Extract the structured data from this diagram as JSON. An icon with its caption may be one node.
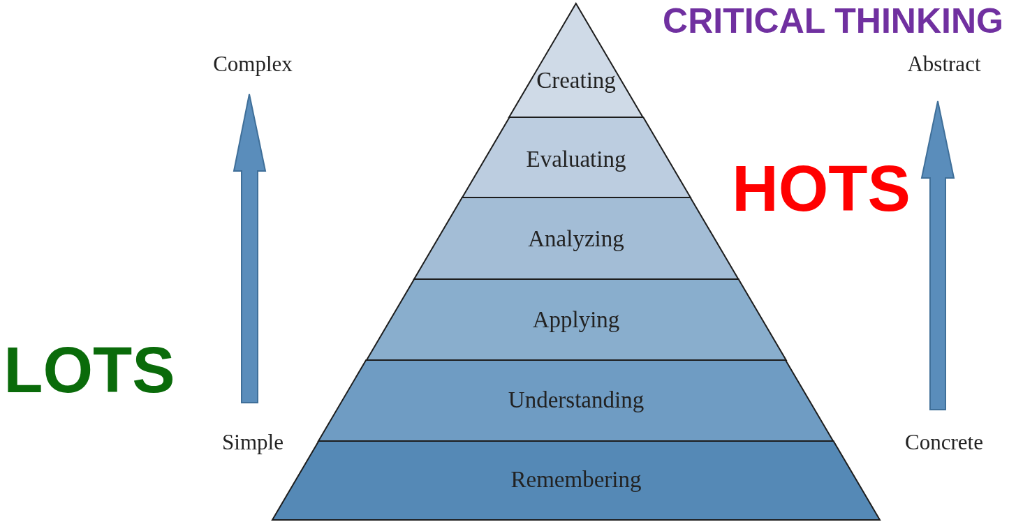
{
  "diagram": {
    "nodes": [
      {
        "text": [
          "Creating"
        ]
      },
      {
        "text": [
          "Evaluating"
        ]
      },
      {
        "text": [
          "Analyzing"
        ]
      },
      {
        "text": [
          "Applying"
        ]
      },
      {
        "text": [
          "Understanding"
        ]
      },
      {
        "text": [
          "Remembering"
        ]
      }
    ],
    "labels": [
      "CRITICAL THINKING",
      "Complex",
      "Abstract",
      "HOTS",
      "LOTS",
      "Simple",
      "Concrete"
    ]
  }
}
